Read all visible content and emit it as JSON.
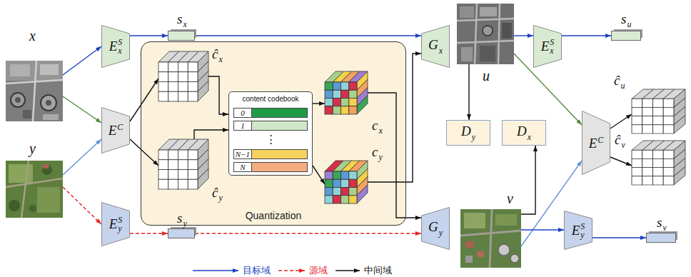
{
  "diagram": {
    "nodes": [
      {
        "text": [
          "x"
        ]
      },
      {
        "text": [
          "y"
        ]
      },
      {
        "text": [
          "E",
          "S",
          "x"
        ]
      },
      {
        "text": [
          "s",
          "x"
        ]
      },
      {
        "text": [
          "E",
          "C"
        ]
      },
      {
        "text": [
          "E",
          "S",
          "y"
        ]
      },
      {
        "text": [
          "s",
          "y"
        ]
      },
      {
        "text": [
          "Quantization"
        ]
      },
      {
        "text": [
          "ĉ",
          "x"
        ],
        "in": 7
      },
      {
        "text": [
          "ĉ",
          "y"
        ],
        "in": 7
      },
      {
        "text": [
          "content codebook",
          "0",
          "1",
          "⋮",
          "N−1",
          "N"
        ],
        "in": 7
      },
      {
        "text": [
          "c",
          "x"
        ],
        "in": 7
      },
      {
        "text": [
          "c",
          "y"
        ],
        "in": 7
      },
      {
        "text": [
          "G",
          "x"
        ]
      },
      {
        "text": [
          "u"
        ]
      },
      {
        "text": [
          "D",
          "y"
        ]
      },
      {
        "text": [
          "D",
          "x"
        ]
      },
      {
        "text": [
          "E",
          "S",
          "x"
        ]
      },
      {
        "text": [
          "s",
          "u"
        ]
      },
      {
        "text": [
          "G",
          "y"
        ]
      },
      {
        "text": [
          "v"
        ]
      },
      {
        "text": [
          "E",
          "C"
        ]
      },
      {
        "text": [
          "ĉ",
          "u"
        ]
      },
      {
        "text": [
          "ĉ",
          "v"
        ]
      },
      {
        "text": [
          "E",
          "S",
          "y"
        ]
      },
      {
        "text": [
          "s",
          "v"
        ]
      }
    ],
    "edges": [
      {
        "from": 0,
        "to": 2,
        "arrow": "to"
      },
      {
        "from": 0,
        "to": 4,
        "arrow": "to"
      },
      {
        "from": 1,
        "to": 4,
        "arrow": "to"
      },
      {
        "from": 1,
        "to": 5,
        "arrow": "to"
      },
      {
        "from": 2,
        "to": 3,
        "arrow": "to"
      },
      {
        "from": 3,
        "to": 13,
        "arrow": "to"
      },
      {
        "from": 4,
        "to": 8,
        "arrow": "to"
      },
      {
        "from": 4,
        "to": 9,
        "arrow": "to"
      },
      {
        "from": 8,
        "to": 10,
        "arrow": "to"
      },
      {
        "from": 9,
        "to": 10,
        "arrow": "to"
      },
      {
        "from": 10,
        "to": 11,
        "arrow": "to"
      },
      {
        "from": 10,
        "to": 12,
        "arrow": "to"
      },
      {
        "from": 12,
        "to": 13,
        "arrow": "to"
      },
      {
        "from": 11,
        "to": 19,
        "arrow": "to"
      },
      {
        "from": 5,
        "to": 6,
        "arrow": "to"
      },
      {
        "from": 6,
        "to": 19,
        "arrow": "to"
      },
      {
        "from": 14,
        "to": 15,
        "arrow": "to"
      },
      {
        "from": 20,
        "to": 16,
        "arrow": "to"
      },
      {
        "from": 14,
        "to": 17,
        "arrow": "to"
      },
      {
        "from": 14,
        "to": 21,
        "arrow": "to"
      },
      {
        "from": 20,
        "to": 21,
        "arrow": "to"
      },
      {
        "from": 20,
        "to": 24,
        "arrow": "to"
      },
      {
        "from": 17,
        "to": 18,
        "arrow": "to"
      },
      {
        "from": 21,
        "to": 22,
        "arrow": "to"
      },
      {
        "from": 21,
        "to": 23,
        "arrow": "to"
      },
      {
        "from": 24,
        "to": 25,
        "arrow": "to"
      }
    ],
    "legend": [
      {
        "text": "目标域"
      },
      {
        "text": "源域"
      },
      {
        "text": "中间域"
      }
    ]
  }
}
